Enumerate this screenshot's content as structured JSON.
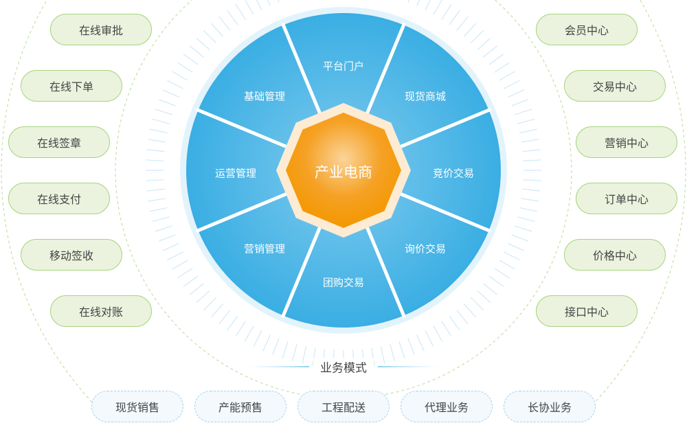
{
  "center": {
    "label": "产业电商"
  },
  "segments": [
    {
      "label": "平台门户"
    },
    {
      "label": "现货商城"
    },
    {
      "label": "竞价交易"
    },
    {
      "label": "询价交易"
    },
    {
      "label": "团购交易"
    },
    {
      "label": "营销管理"
    },
    {
      "label": "运营管理"
    },
    {
      "label": "基础管理"
    }
  ],
  "left_items": [
    {
      "label": "在线审批"
    },
    {
      "label": "在线下单"
    },
    {
      "label": "在线签章"
    },
    {
      "label": "在线支付"
    },
    {
      "label": "移动签收"
    },
    {
      "label": "在线对账"
    }
  ],
  "right_items": [
    {
      "label": "会员中心"
    },
    {
      "label": "交易中心"
    },
    {
      "label": "营销中心"
    },
    {
      "label": "订单中心"
    },
    {
      "label": "价格中心"
    },
    {
      "label": "接口中心"
    }
  ],
  "business_modes": {
    "title": "业务模式",
    "items": [
      {
        "label": "现货销售"
      },
      {
        "label": "产能预售"
      },
      {
        "label": "工程配送"
      },
      {
        "label": "代理业务"
      },
      {
        "label": "长协业务"
      }
    ]
  },
  "colors": {
    "blue": "#3fb0e4",
    "orange": "#f39800",
    "green_border": "#a6d57e",
    "green_fill": "#ebf3de"
  }
}
